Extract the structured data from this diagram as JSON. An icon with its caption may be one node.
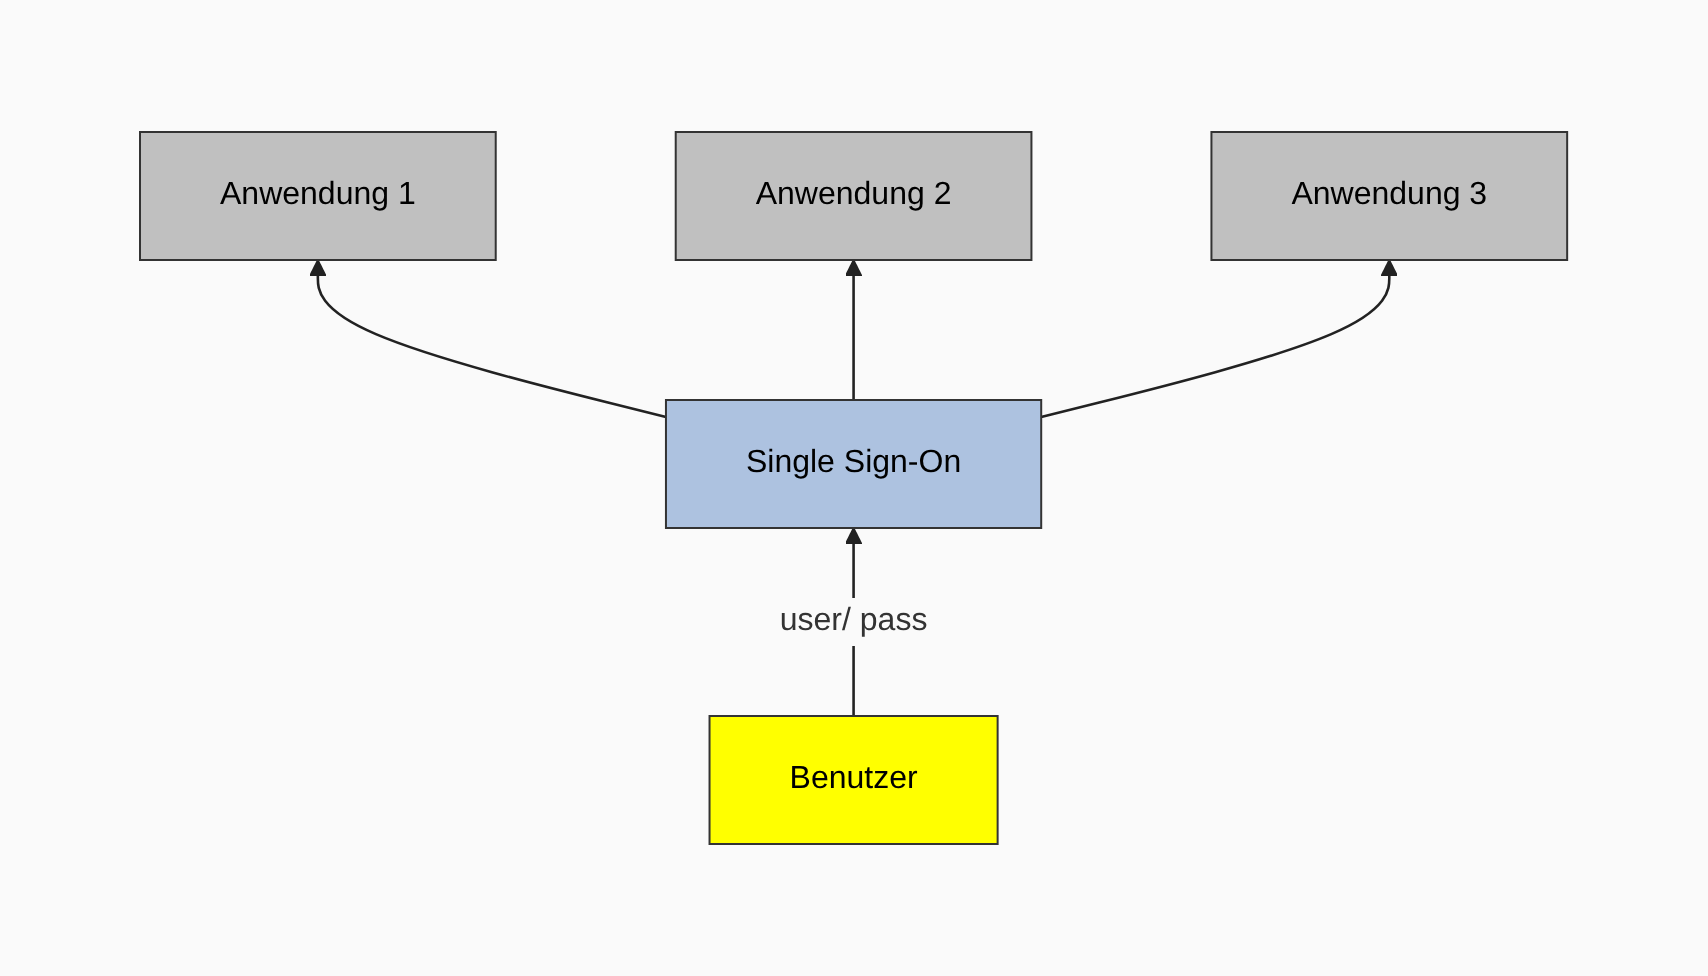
{
  "diagram": {
    "nodes": [
      {
        "text": [
          "Anwendung 1"
        ]
      },
      {
        "text": [
          "Anwendung 2"
        ]
      },
      {
        "text": [
          "Anwendung 3"
        ]
      },
      {
        "text": [
          "Single Sign-On"
        ]
      },
      {
        "text": [
          "Benutzer"
        ]
      }
    ],
    "edges": [
      {
        "from": 3,
        "to": 0,
        "arrow": "to"
      },
      {
        "from": 3,
        "to": 1,
        "arrow": "to"
      },
      {
        "from": 3,
        "to": 2,
        "arrow": "to"
      },
      {
        "from": 4,
        "to": 3,
        "arrow": "to",
        "label": "user/ pass"
      }
    ]
  }
}
